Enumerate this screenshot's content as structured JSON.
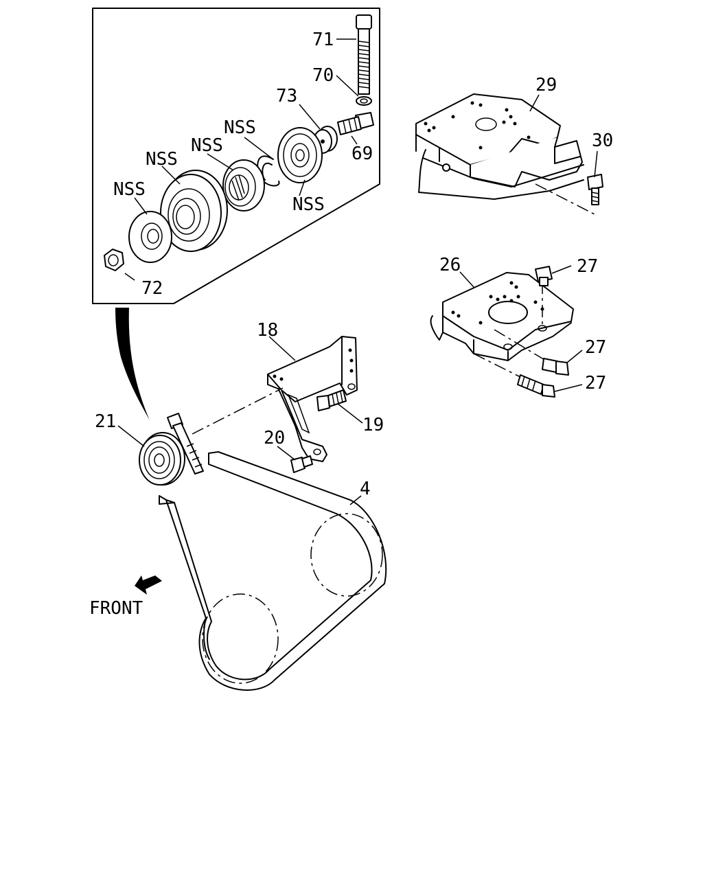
{
  "labels": {
    "p71": "71",
    "p70": "70",
    "p73": "73",
    "p69": "69",
    "nss1": "NSS",
    "nss2": "NSS",
    "nss3": "NSS",
    "nss4": "NSS",
    "nss5": "NSS",
    "p72": "72",
    "p29": "29",
    "p30": "30",
    "p26": "26",
    "p27a": "27",
    "p27b": "27",
    "p27c": "27",
    "p18": "18",
    "p19": "19",
    "p20": "20",
    "p21": "21",
    "p4": "4",
    "front": "FRONT"
  }
}
